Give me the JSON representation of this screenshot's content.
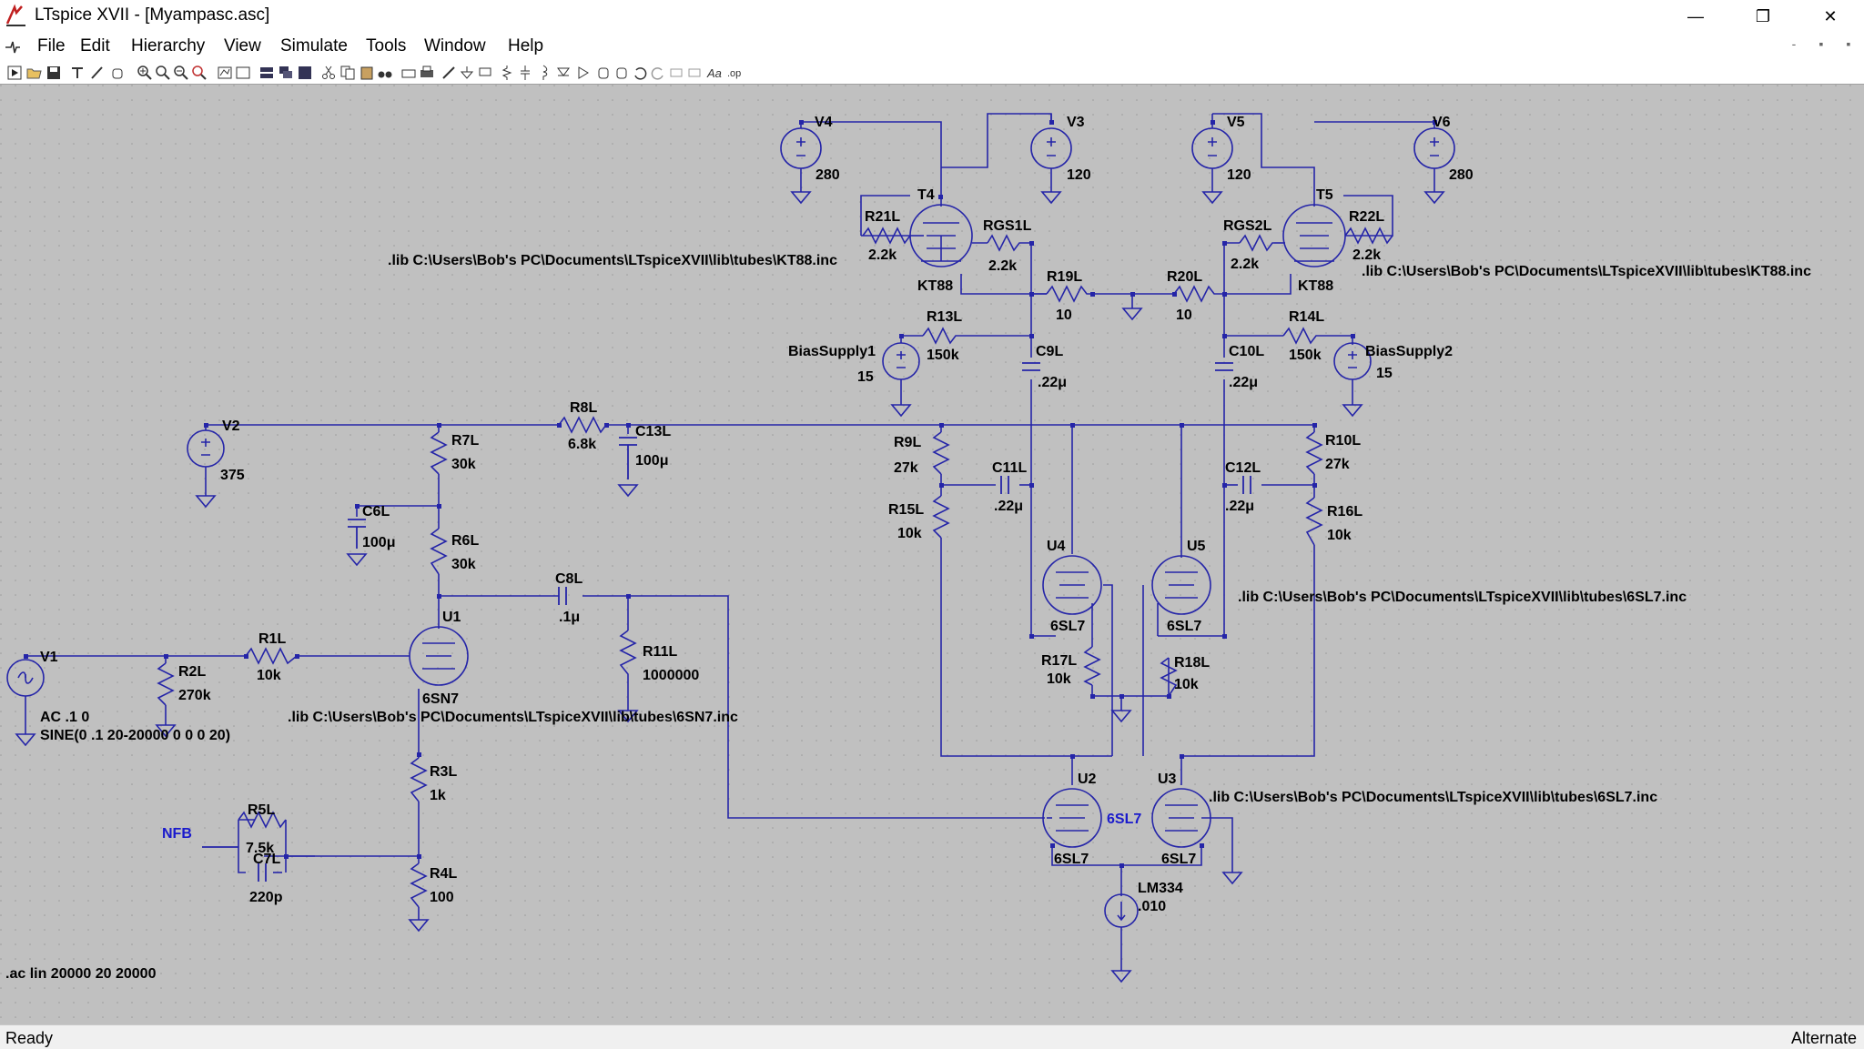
{
  "window": {
    "title": "LTspice XVII - [Myampasc.asc]",
    "minimize": "—",
    "restore": "❐",
    "close": "✕"
  },
  "menu": {
    "items": [
      "File",
      "Edit",
      "Hierarchy",
      "View",
      "Simulate",
      "Tools",
      "Window",
      "Help"
    ]
  },
  "mdi": {
    "min": "-",
    "restore": "▪",
    "close": "▪"
  },
  "status": {
    "left": "Ready",
    "right": "Alternate"
  },
  "colors": {
    "wire": "#2525a8",
    "text": "#000000",
    "canvas": "#c0c0c0",
    "nfb": "#1a1acc"
  },
  "schematic": {
    "labels": {
      "v4": "V4",
      "v4_val": "280",
      "v3": "V3",
      "v3_val": "120",
      "v5": "V5",
      "v5_val": "120",
      "v6": "V6",
      "v6_val": "280",
      "t4": "T4",
      "t4_model": "KT88",
      "t5": "T5",
      "t5_model": "KT88",
      "r21l": "R21L",
      "r21l_val": "2.2k",
      "rgs1l": "RGS1L",
      "rgs1l_val": "2.2k",
      "rgs2l": "RGS2L",
      "rgs2l_val": "2.2k",
      "r22l": "R22L",
      "r22l_val": "2.2k",
      "lib_kt88_left": ".lib C:\\Users\\Bob's PC\\Documents\\LTspiceXVII\\lib\\tubes\\KT88.inc",
      "lib_kt88_right": ".lib C:\\Users\\Bob's PC\\Documents\\LTspiceXVII\\lib\\tubes\\KT88.inc",
      "r19l": "R19L",
      "r19l_val": "10",
      "r20l": "R20L",
      "r20l_val": "10",
      "r13l": "R13L",
      "r13l_val": "150k",
      "r14l": "R14L",
      "r14l_val": "150k",
      "bias1": "BiasSupply1",
      "bias1_val": "15",
      "bias2": "BiasSupply2",
      "bias2_val": "15",
      "c9l": "C9L",
      "c9l_val": ".22μ",
      "c10l": "C10L",
      "c10l_val": ".22μ",
      "v2": "V2",
      "v2_val": "375",
      "r8l": "R8L",
      "r8l_val": "6.8k",
      "c13l": "C13L",
      "c13l_val": "100μ",
      "r7l": "R7L",
      "r7l_val": "30k",
      "r9l": "R9L",
      "r9l_val": "27k",
      "r10l": "R10L",
      "r10l_val": "27k",
      "c11l": "C11L",
      "c11l_val": ".22μ",
      "c12l": "C12L",
      "c12l_val": ".22μ",
      "r15l": "R15L",
      "r15l_val": "10k",
      "r16l": "R16L",
      "r16l_val": "10k",
      "c6l": "C6L",
      "c6l_val": "100μ",
      "r6l": "R6L",
      "r6l_val": "30k",
      "c8l": "C8L",
      "c8l_val": ".1μ",
      "u4": "U4",
      "u4_model": "6SL7",
      "u5": "U5",
      "u5_model": "6SL7",
      "lib_6sl7_top": ".lib C:\\Users\\Bob's PC\\Documents\\LTspiceXVII\\lib\\tubes\\6SL7.inc",
      "v1": "V1",
      "v1_ac": "AC .1 0",
      "v1_sine": "SINE(0 .1 20-20000 0 0 0 20)",
      "r2l": "R2L",
      "r2l_val": "270k",
      "r1l": "R1L",
      "r1l_val": "10k",
      "u1": "U1",
      "u1_model": "6SN7",
      "r11l": "R11L",
      "r11l_val": "1000000",
      "lib_6sn7": ".lib C:\\Users\\Bob's PC\\Documents\\LTspiceXVII\\lib\\tubes\\6SN7.inc",
      "r17l": "R17L",
      "r17l_val": "10k",
      "r18l": "R18L",
      "r18l_val": "10k",
      "r3l": "R3L",
      "r3l_val": "1k",
      "u2": "U2",
      "u2_model": "6SL7",
      "u2_tag": "6SL7",
      "u3": "U3",
      "u3_model": "6SL7",
      "lib_6sl7_bottom": ".lib C:\\Users\\Bob's PC\\Documents\\LTspiceXVII\\lib\\tubes\\6SL7.inc",
      "r5l": "R5L",
      "r5l_val": "7.5k",
      "c7l": "C7L",
      "c7l_val": "220p",
      "nfb": "NFB",
      "r4l": "R4L",
      "r4l_val": "100",
      "lm334": "LM334",
      "lm334_val": ".010",
      "ac_directive": ".ac lin 20000 20 20000"
    }
  }
}
